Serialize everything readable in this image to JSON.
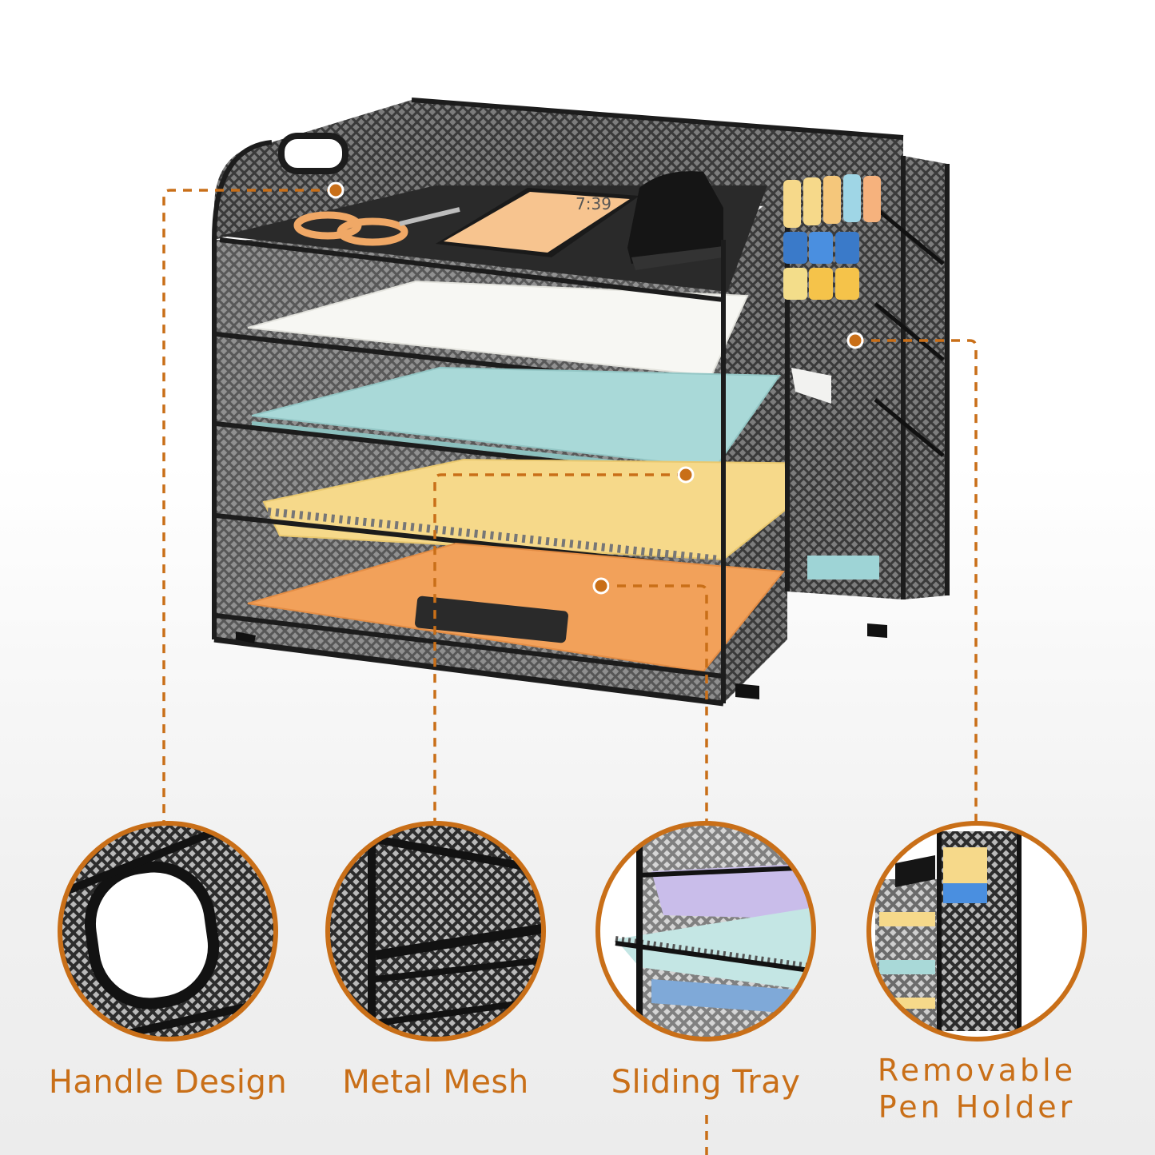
{
  "product": {
    "name": "mesh desk file organizer with removable pen holder",
    "accent_color": "#c96f18",
    "frame_color": "#1c1c1c",
    "paper_colors": [
      "#f7f7f3",
      "#a9d9d8",
      "#f6d98a",
      "#f2a15a"
    ],
    "phone_time": "7:39"
  },
  "features": [
    {
      "label": "Handle Design",
      "icon": "handle-closeup"
    },
    {
      "label": "Metal Mesh",
      "icon": "mesh-closeup"
    },
    {
      "label": "Sliding Tray",
      "icon": "tray-closeup"
    },
    {
      "label_line1": "Removable",
      "label_line2": "Pen Holder",
      "icon": "pen-holder-closeup"
    }
  ]
}
